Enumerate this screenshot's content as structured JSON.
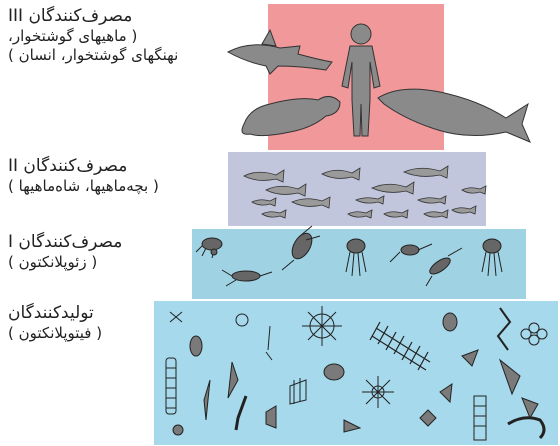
{
  "tiers": [
    {
      "id": "tertiary",
      "line1": "مصرف‌کنندگان III",
      "line2": "( ماهیهای گوشتخوار،",
      "line3": "نهنگهای گوشتخوار، انسان )",
      "color": "#f1999a"
    },
    {
      "id": "secondary",
      "line1": "مصرف‌کنندگان II",
      "line2": "( بچه‌ماهیها، شاه‌ماهیها )",
      "color": "#c2c6dd"
    },
    {
      "id": "primary",
      "line1": "مصرف‌کنندگان I",
      "line2": "( زئوپلانکتون )",
      "color": "#9fd3e3"
    },
    {
      "id": "producers",
      "line1": "تولیدکنندگان",
      "line2": "( فیتوپلانکتون )",
      "color": "#a6d9ec"
    }
  ],
  "icons": {
    "tertiary": "shark, seal, human, dolphin silhouettes",
    "secondary": "small fish school",
    "primary": "zooplankton drawings",
    "producers": "phytoplankton drawings"
  }
}
